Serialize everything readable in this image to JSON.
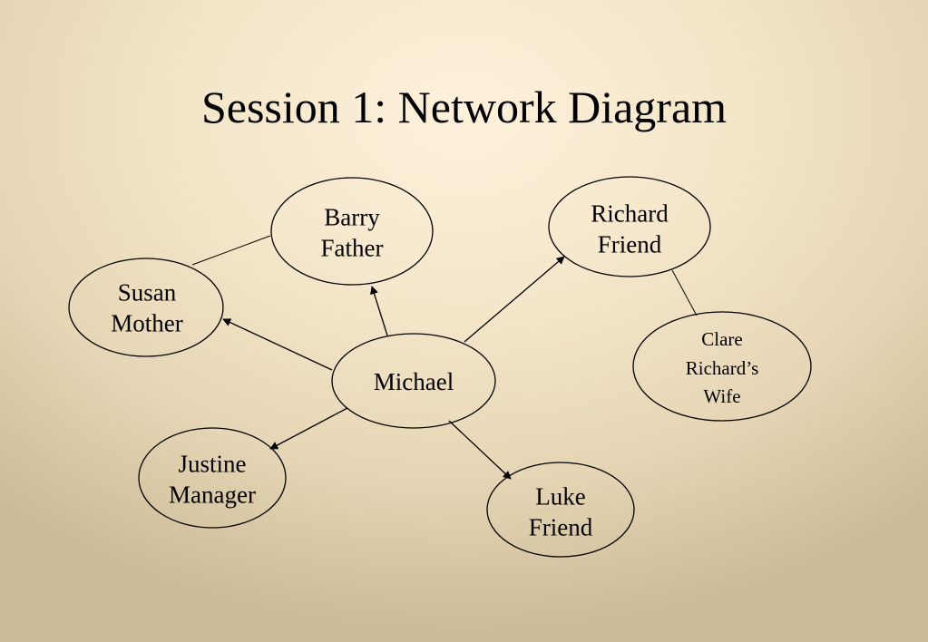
{
  "title": "Session 1: Network Diagram",
  "nodes": {
    "barry": {
      "name": "Barry",
      "role": "Father"
    },
    "richard": {
      "name": "Richard",
      "role": "Friend"
    },
    "susan": {
      "name": "Susan",
      "role": "Mother"
    },
    "michael": {
      "name": "Michael"
    },
    "clare": {
      "name": "Clare",
      "role": "Richard’s",
      "role2": "Wife"
    },
    "justine": {
      "name": "Justine",
      "role": "Manager"
    },
    "luke": {
      "name": "Luke",
      "role": "Friend"
    }
  },
  "edges": [
    {
      "from": "Michael",
      "to": "Barry",
      "directed": true
    },
    {
      "from": "Michael",
      "to": "Richard",
      "directed": true
    },
    {
      "from": "Michael",
      "to": "Susan",
      "directed": true
    },
    {
      "from": "Michael",
      "to": "Justine",
      "directed": true
    },
    {
      "from": "Michael",
      "to": "Luke",
      "directed": true
    },
    {
      "from": "Barry",
      "to": "Susan",
      "directed": false
    },
    {
      "from": "Richard",
      "to": "Clare",
      "directed": false
    }
  ],
  "colors": {
    "stroke": "#000000",
    "text": "#000000"
  }
}
